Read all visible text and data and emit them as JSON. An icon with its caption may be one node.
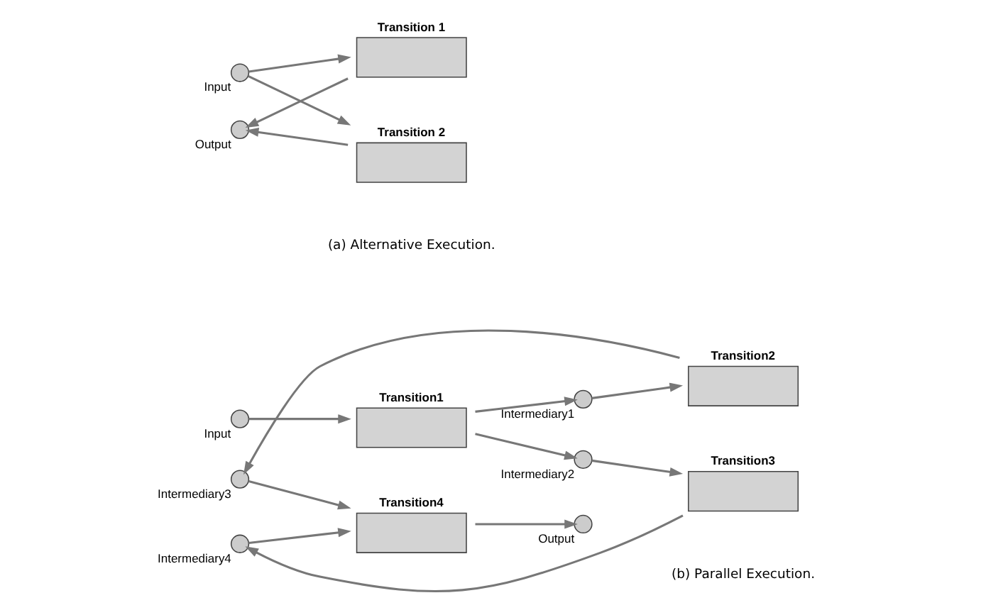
{
  "diagram": {
    "nodes": [
      {
        "text": [],
        "shape": "circle",
        "beside": [
          "Input"
        ]
      },
      {
        "text": [
          "Transition 1"
        ]
      },
      {
        "text": [
          "Transition 2"
        ]
      },
      {
        "text": [],
        "shape": "circle",
        "beside": [
          "Output"
        ]
      },
      {
        "text": [],
        "shape": "circle",
        "beside": [
          "Input"
        ]
      },
      {
        "text": [
          "Transition1"
        ]
      },
      {
        "text": [],
        "shape": "circle",
        "beside": [
          "Intermediary1"
        ]
      },
      {
        "text": [],
        "shape": "circle",
        "beside": [
          "Intermediary2"
        ]
      },
      {
        "text": [
          "Transition2"
        ]
      },
      {
        "text": [
          "Transition3"
        ]
      },
      {
        "text": [],
        "shape": "circle",
        "beside": [
          "Intermediary3"
        ]
      },
      {
        "text": [],
        "shape": "circle",
        "beside": [
          "Intermediary4"
        ]
      },
      {
        "text": [
          "Transition4"
        ]
      },
      {
        "text": [],
        "shape": "circle",
        "beside": [
          "Output"
        ]
      }
    ],
    "edges": [
      {
        "from": 0,
        "to": 1,
        "arrow": "to"
      },
      {
        "from": 0,
        "to": 2,
        "arrow": "to"
      },
      {
        "from": 1,
        "to": 3,
        "arrow": "to"
      },
      {
        "from": 2,
        "to": 3,
        "arrow": "to"
      },
      {
        "from": 4,
        "to": 5,
        "arrow": "to"
      },
      {
        "from": 5,
        "to": 6,
        "arrow": "to"
      },
      {
        "from": 5,
        "to": 7,
        "arrow": "to"
      },
      {
        "from": 6,
        "to": 8,
        "arrow": "to"
      },
      {
        "from": 7,
        "to": 9,
        "arrow": "to"
      },
      {
        "from": 8,
        "to": 10,
        "arrow": "to"
      },
      {
        "from": 9,
        "to": 11,
        "arrow": "to"
      },
      {
        "from": 10,
        "to": 12,
        "arrow": "to"
      },
      {
        "from": 11,
        "to": 12,
        "arrow": "to"
      },
      {
        "from": 12,
        "to": 13,
        "arrow": "to"
      }
    ],
    "labels": [
      "(a) Alternative Execution.",
      "(b) Parallel Execution."
    ]
  }
}
